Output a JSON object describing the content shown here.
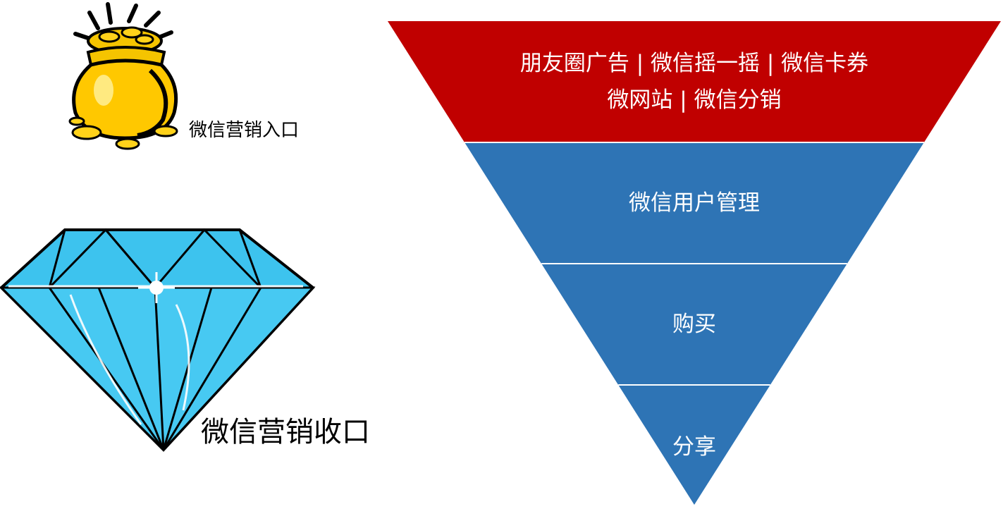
{
  "entry_label": "微信营销入口",
  "exit_label": "微信营销收口",
  "funnel": {
    "stages": [
      {
        "lines": [
          "朋友圈广告 | 微信摇一摇 | 微信卡券",
          "微网站 | 微信分销"
        ],
        "color": "#c00000"
      },
      {
        "lines": [
          "微信用户管理"
        ],
        "color": "#2e74b5"
      },
      {
        "lines": [
          "购买"
        ],
        "color": "#2e74b5"
      },
      {
        "lines": [
          "分享"
        ],
        "color": "#2e74b5"
      }
    ],
    "divider_color": "#ffffff"
  },
  "icons": {
    "entry": "gold-pot-icon",
    "exit": "diamond-icon"
  }
}
